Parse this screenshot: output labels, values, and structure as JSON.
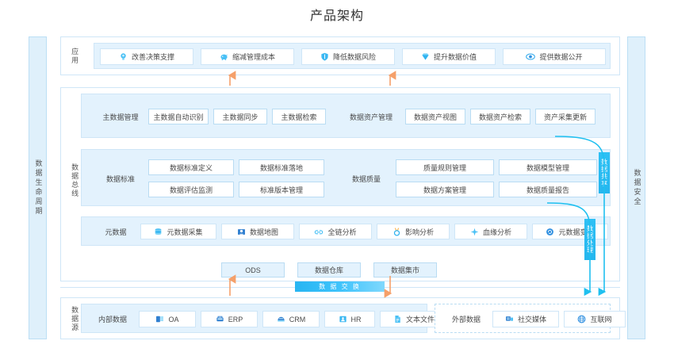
{
  "title": "产品架构",
  "colors": {
    "accent": "#27b5f2",
    "panel_border": "#cfe6f7",
    "strip_bg": "#e3f2fd",
    "band_bg": "#dff0fb",
    "arrow_orange": "#f5a06a",
    "arrow_cyan": "#1fc0f0"
  },
  "bands": {
    "left": "数据生命周期",
    "right": "数据安全"
  },
  "side_tabs": {
    "share": "数据共享",
    "processing": "数据处理"
  },
  "application": {
    "label": "应用",
    "items": [
      {
        "label": "改善决策支撑",
        "icon": "lightbulb-icon"
      },
      {
        "label": "缩减管理成本",
        "icon": "piggybank-icon"
      },
      {
        "label": "降低数据风险",
        "icon": "shield-icon"
      },
      {
        "label": "提升数据价值",
        "icon": "diamond-icon"
      },
      {
        "label": "提供数据公开",
        "icon": "eye-icon"
      }
    ]
  },
  "bus": {
    "label": "数据总线",
    "master_data": {
      "label": "主数据管理",
      "items": [
        "主数据自动识别",
        "主数据同步",
        "主数据检索"
      ]
    },
    "data_asset": {
      "label": "数据资产管理",
      "items": [
        "数据资产视图",
        "数据资产检索",
        "资产采集更新"
      ]
    },
    "data_standard": {
      "label": "数据标准",
      "items": [
        "数据标准定义",
        "数据标准落地",
        "数据评估监测",
        "标准版本管理"
      ]
    },
    "data_quality": {
      "label": "数据质量",
      "items": [
        "质量规则管理",
        "数据模型管理",
        "数据方案管理",
        "数据质量报告"
      ]
    },
    "metadata": {
      "label": "元数据",
      "items": [
        {
          "label": "元数据采集",
          "icon": "database-icon"
        },
        {
          "label": "数据地图",
          "icon": "map-icon"
        },
        {
          "label": "全链分析",
          "icon": "link-icon"
        },
        {
          "label": "影响分析",
          "icon": "medal-icon"
        },
        {
          "label": "血缘分析",
          "icon": "spark-icon"
        },
        {
          "label": "元数据变更",
          "icon": "refresh-icon"
        }
      ]
    },
    "storage": [
      "ODS",
      "数据仓库",
      "数据集市"
    ]
  },
  "exchange": {
    "label": "数 据 交 换"
  },
  "source": {
    "label": "数据源",
    "internal": {
      "label": "内部数据",
      "items": [
        {
          "label": "OA",
          "icon": "oa-icon"
        },
        {
          "label": "ERP",
          "icon": "erp-icon"
        },
        {
          "label": "CRM",
          "icon": "crm-icon"
        },
        {
          "label": "HR",
          "icon": "hr-icon"
        },
        {
          "label": "文本文件",
          "icon": "document-icon"
        }
      ]
    },
    "external": {
      "label": "外部数据",
      "items": [
        {
          "label": "社交媒体",
          "icon": "social-icon"
        },
        {
          "label": "互联网",
          "icon": "globe-icon"
        }
      ]
    }
  }
}
